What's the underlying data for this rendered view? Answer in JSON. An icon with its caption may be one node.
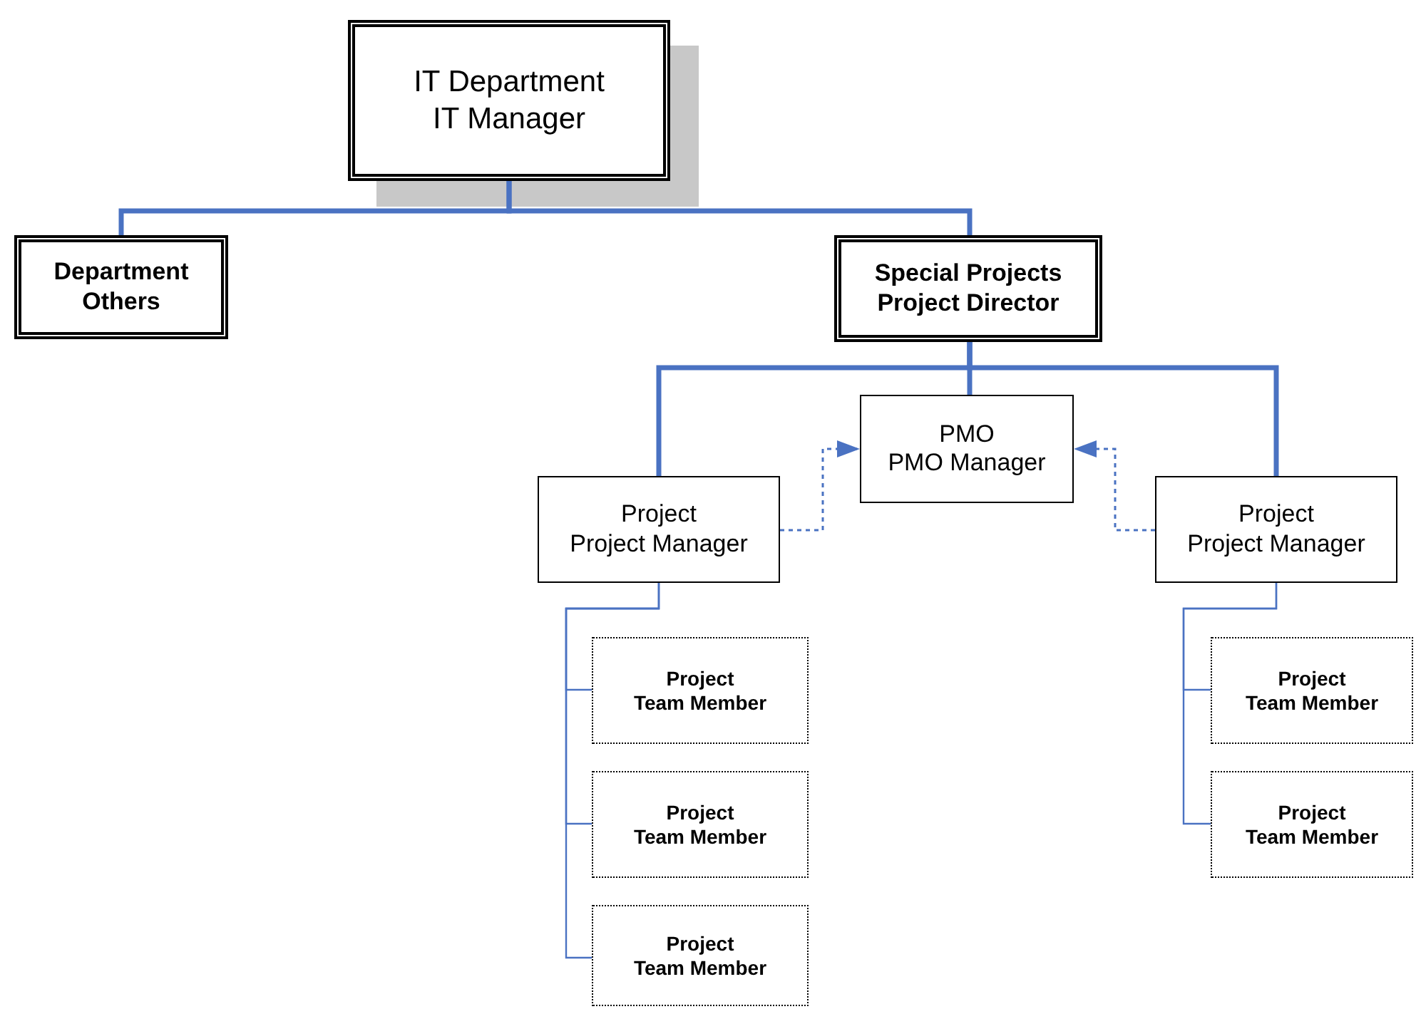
{
  "diagram": {
    "nodes": [
      {
        "text": [
          "IT Department",
          "IT Manager"
        ]
      },
      {
        "text": [
          "Department",
          "Others"
        ]
      },
      {
        "text": [
          "Special Projects",
          "Project Director"
        ]
      },
      {
        "text": [
          "PMO",
          "PMO Manager"
        ]
      },
      {
        "text": [
          "Project",
          "Project Manager"
        ]
      },
      {
        "text": [
          "Project",
          "Project Manager"
        ]
      },
      {
        "text": [
          "Project",
          "Team Member"
        ]
      },
      {
        "text": [
          "Project",
          "Team Member"
        ]
      },
      {
        "text": [
          "Project",
          "Team Member"
        ]
      },
      {
        "text": [
          "Project",
          "Team Member"
        ]
      },
      {
        "text": [
          "Project",
          "Team Member"
        ]
      }
    ],
    "edges": [
      {
        "from": 0,
        "to": 1,
        "arrow": "none",
        "style": "thick"
      },
      {
        "from": 0,
        "to": 2,
        "arrow": "none",
        "style": "thick"
      },
      {
        "from": 2,
        "to": 3,
        "arrow": "none",
        "style": "thick"
      },
      {
        "from": 2,
        "to": 4,
        "arrow": "none",
        "style": "thick"
      },
      {
        "from": 2,
        "to": 5,
        "arrow": "none",
        "style": "thick"
      },
      {
        "from": 4,
        "to": 3,
        "arrow": "to",
        "style": "dashed"
      },
      {
        "from": 5,
        "to": 3,
        "arrow": "to",
        "style": "dashed"
      },
      {
        "from": 4,
        "to": 6,
        "arrow": "none"
      },
      {
        "from": 4,
        "to": 7,
        "arrow": "none"
      },
      {
        "from": 4,
        "to": 8,
        "arrow": "none"
      },
      {
        "from": 5,
        "to": 9,
        "arrow": "none"
      },
      {
        "from": 5,
        "to": 10,
        "arrow": "none"
      }
    ]
  }
}
